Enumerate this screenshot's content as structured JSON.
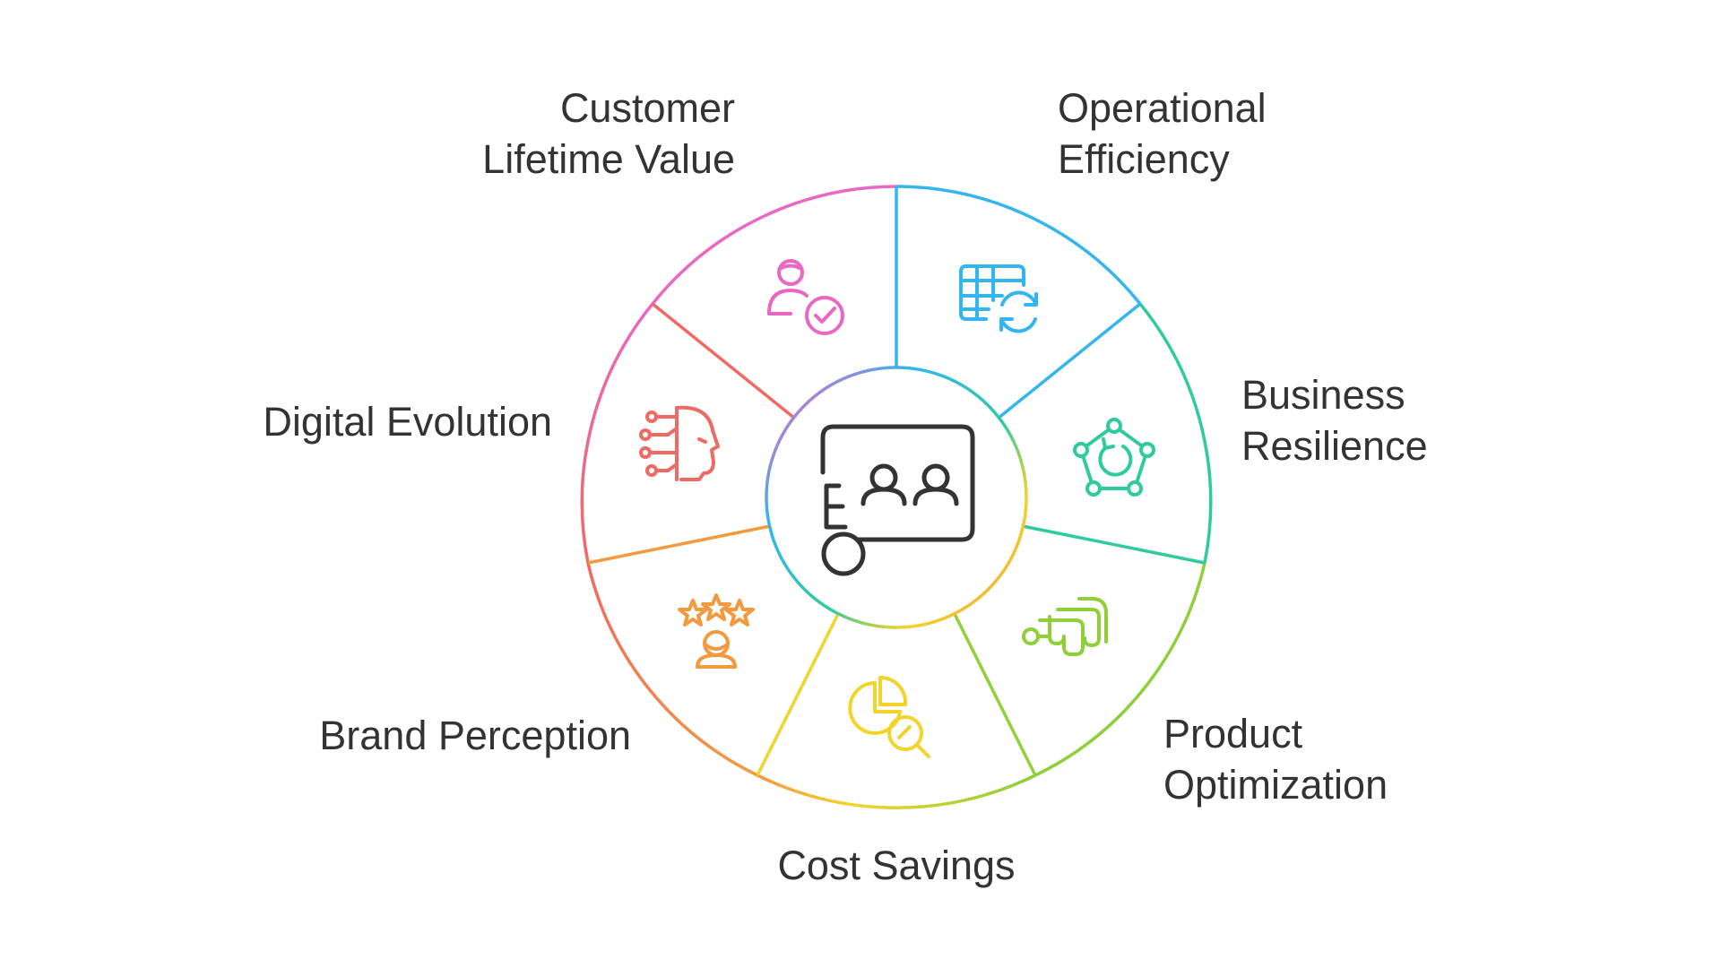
{
  "center": {
    "icon": "presentation-board-with-people-icon",
    "color": "#333333"
  },
  "segments": [
    {
      "key": "customer-lifetime-value",
      "lines": [
        "Customer",
        "Lifetime Value"
      ],
      "color": "#E868C4",
      "icon": "user-check-icon"
    },
    {
      "key": "operational-efficiency",
      "lines": [
        "Operational",
        "Efficiency"
      ],
      "color": "#33B6F0",
      "icon": "table-refresh-icon"
    },
    {
      "key": "business-resilience",
      "lines": [
        "Business",
        "Resilience"
      ],
      "color": "#2FCB9E",
      "icon": "pentagon-cycle-icon"
    },
    {
      "key": "product-optimization",
      "lines": [
        "Product",
        "Optimization"
      ],
      "color": "#8FCF3A",
      "icon": "ascending-arrows-icon"
    },
    {
      "key": "cost-savings",
      "lines": [
        "Cost Savings"
      ],
      "color": "#F2D42A",
      "icon": "pie-chart-search-icon"
    },
    {
      "key": "brand-perception",
      "lines": [
        "Brand Perception"
      ],
      "color": "#F39A3F",
      "icon": "person-stars-icon"
    },
    {
      "key": "digital-evolution",
      "lines": [
        "Digital Evolution"
      ],
      "color": "#EF6A62",
      "icon": "ai-head-circuit-icon"
    }
  ]
}
